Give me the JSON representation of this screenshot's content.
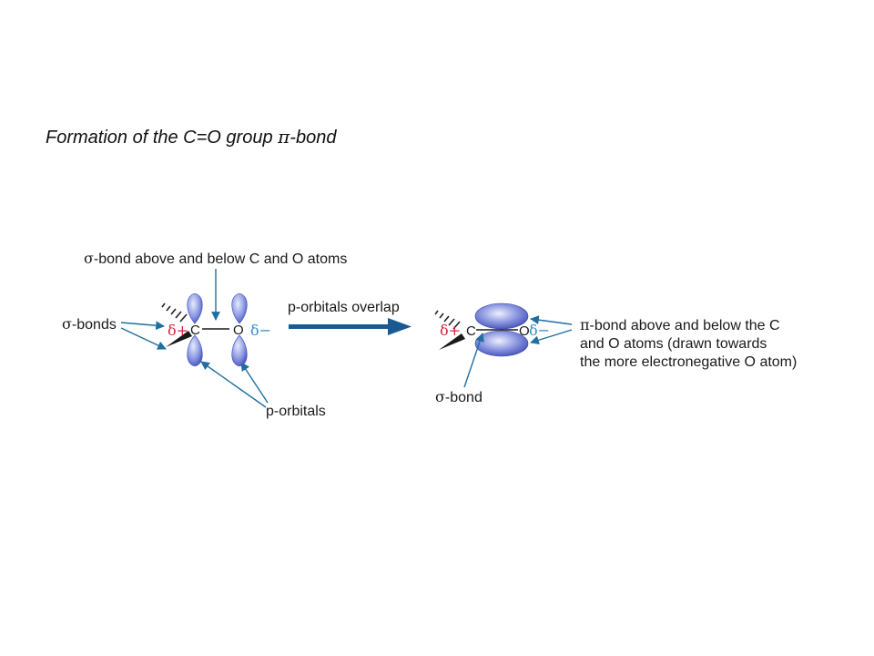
{
  "title": {
    "prefix": "Formation of the C=O group ",
    "pi": "π",
    "suffix": "-bond"
  },
  "diagram": {
    "top_label": {
      "sigma": "σ",
      "text": "-bond above and below C and O atoms"
    },
    "left_label": {
      "sigma": "σ",
      "text": "-bonds"
    },
    "bottom_label": "p-orbitals",
    "arrow_label": "p-orbitals overlap",
    "left_molecule": {
      "carbon": "C",
      "oxygen": "O",
      "delta_plus": "δ+",
      "delta_minus": "δ−"
    },
    "right_molecule": {
      "carbon": "C",
      "oxygen": "O",
      "delta_plus": "δ+",
      "delta_minus": "δ−"
    },
    "pi_label": {
      "pi": "π",
      "line1": "-bond above and below the C",
      "line2": "and O atoms (drawn towards",
      "line3": "the more electronegative O atom)"
    },
    "sigma_bond_label": {
      "sigma": "σ",
      "text": "-bond"
    }
  },
  "colors": {
    "orbital_light": "#b9c3f0",
    "orbital_dark": "#3b47b8",
    "arrow": "#1f6f9f",
    "big_arrow": "#1a5a93",
    "delta_plus": "#d2233a",
    "delta_minus": "#2f8fc4"
  },
  "icons": {
    "pointer_arrows": "arrow-icon",
    "reaction_arrow": "right-arrow-icon"
  }
}
